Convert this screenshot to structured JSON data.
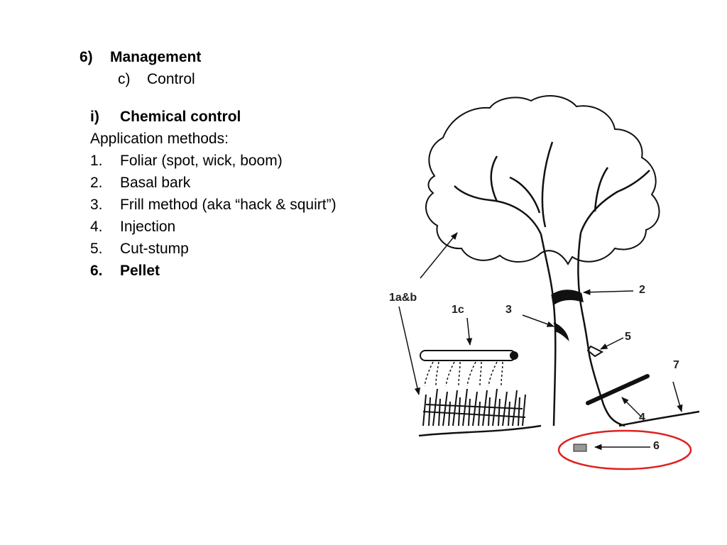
{
  "heading": {
    "number": "6)",
    "title": "Management",
    "sub_number": "c)",
    "sub_title": "Control"
  },
  "section": {
    "number": "i)",
    "title": "Chemical control",
    "intro": "Application methods:"
  },
  "methods": [
    {
      "num": "1.",
      "text": "Foliar (spot, wick, boom)"
    },
    {
      "num": "2.",
      "text": "Basal bark"
    },
    {
      "num": "3.",
      "text": "Frill method (aka “hack & squirt”)"
    },
    {
      "num": "4.",
      "text": "Injection"
    },
    {
      "num": "5.",
      "text": "Cut-stump"
    },
    {
      "num": "6.",
      "text": "Pellet"
    }
  ],
  "diagram_labels": {
    "foliar_ab": "1a&b",
    "foliar_c": "1c",
    "basal": "2",
    "frill": "3",
    "injection": "4",
    "cut_stump": "5",
    "pellet": "6",
    "soil": "7"
  },
  "colors": {
    "highlight_circle": "#e02020",
    "ink": "#111111",
    "pellet_fill": "#999999"
  }
}
